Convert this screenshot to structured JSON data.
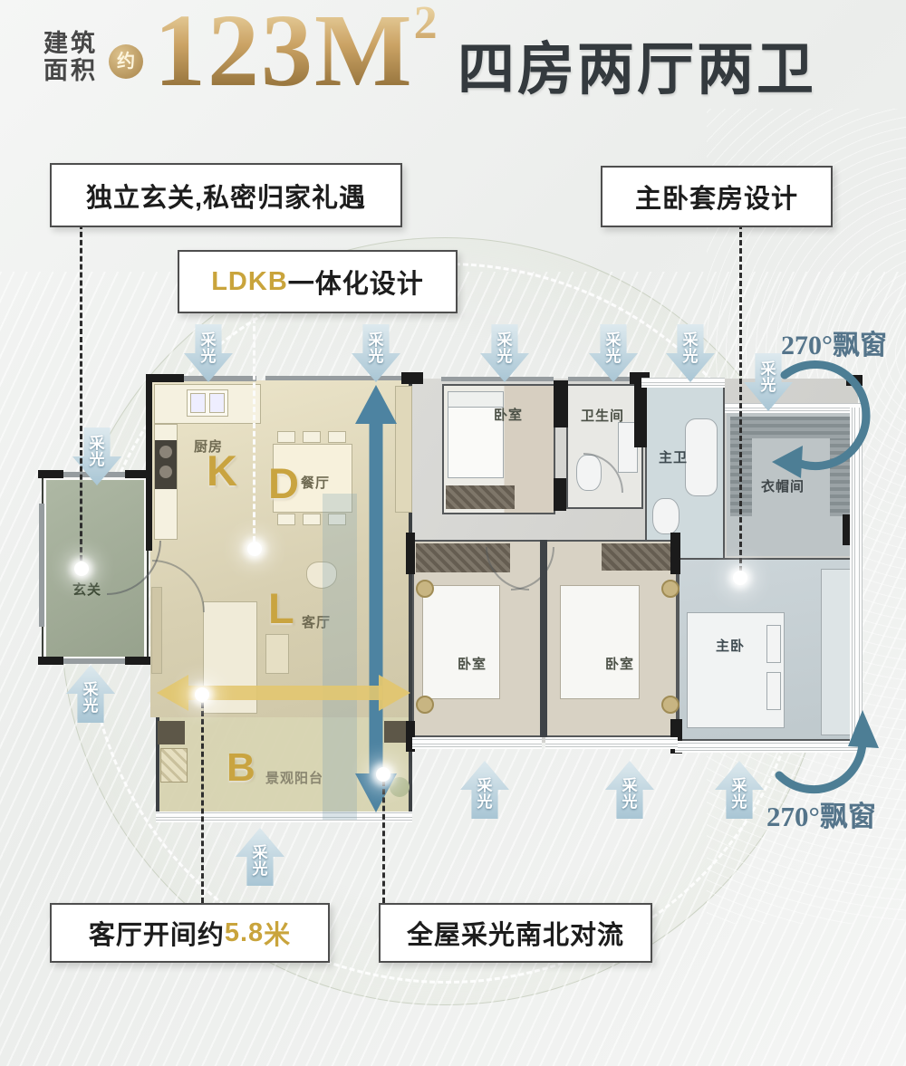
{
  "header": {
    "area_label": [
      "建筑",
      "面积"
    ],
    "approx": "约",
    "area_value": "123M",
    "area_exp": "2",
    "layout": "四房两厅两卫"
  },
  "callouts": {
    "entry": "独立玄关,私密归家礼遇",
    "ldkb_bold": "LDKB",
    "ldkb_rest": "一体化设计",
    "master": "主卧套房设计",
    "living_prefix": "客厅开间约",
    "living_value": "5.8",
    "living_suffix": "米",
    "airflow": "全屋采光南北对流"
  },
  "plan": {
    "entry": "玄关",
    "kitchen": "厨房",
    "kitchen_letter": "K",
    "dining": "餐厅",
    "dining_letter": "D",
    "living": "客厅",
    "living_letter": "L",
    "balcony": "景观阳台",
    "balcony_letter": "B",
    "bedroom": "卧室",
    "bathroom": "卫生间",
    "master_bath": "主卫",
    "closet": "衣帽间",
    "master_bedroom": "主卧",
    "daylight_c1": "采",
    "daylight_c2": "光",
    "bay_window_top": "270°飘窗",
    "bay_window_bottom": "270°飘窗"
  },
  "colors": {
    "gold": "#c9a43c",
    "arrow_blue_fill": "#b6cdd9",
    "flow_blue": "#4d83a1",
    "flow_gold": "#e2c670",
    "bay_text": "#54748a"
  }
}
